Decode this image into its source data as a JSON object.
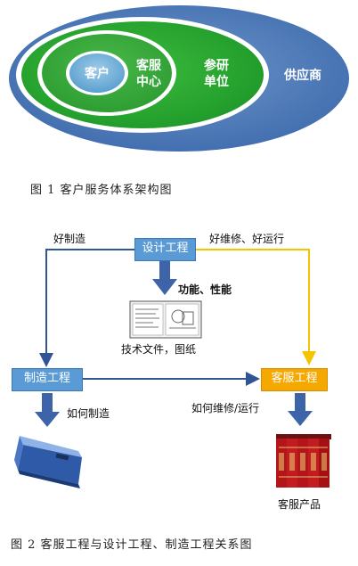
{
  "figure1": {
    "rings": {
      "customer": "客户",
      "service_center_line1": "客服",
      "service_center_line2": "中心",
      "participant_line1": "参研",
      "participant_line2": "单位",
      "supplier": "供应商"
    },
    "caption": "图 1  客户服务体系架构图"
  },
  "figure2": {
    "boxes": {
      "design": "设计工程",
      "manufacturing": "制造工程",
      "service": "客服工程"
    },
    "labels": {
      "good_manufacturing": "好制造",
      "good_maintenance": "好维修、好运行",
      "function_performance": "功能、性能",
      "tech_docs": "技术文件，图纸",
      "how_to_make": "如何制造",
      "how_to_maintain": "如何维修/运行",
      "service_products": "客服产品"
    },
    "colors": {
      "blue_box": "#5b9bd5",
      "orange_box": "#f5a800",
      "arrow_blue": "#2f5597",
      "line_yellow": "#f5c400"
    },
    "caption": "图 2  客服工程与设计工程、制造工程关系图"
  }
}
